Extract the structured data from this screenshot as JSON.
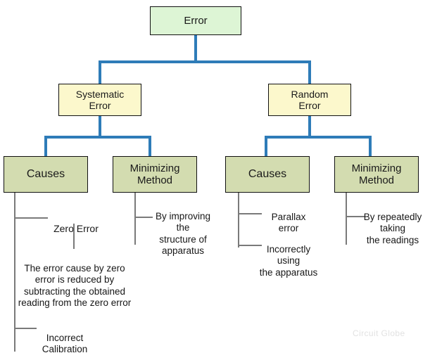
{
  "diagram": {
    "title": "Error",
    "watermark": "Circuit Globe",
    "colors": {
      "root_fill": "#ddf5d5",
      "level2_fill": "#fcf8cc",
      "leaf_fill": "#d3dcb0",
      "connector_blue": "#2e7cb8",
      "connector_gray": "#7a7a7a",
      "border": "#111111",
      "text": "#1a1a1a",
      "watermark": "#e2e2e2"
    },
    "nodes": {
      "root": "Error",
      "systematic_error": "Systematic\nError",
      "random_error": "Random\nError",
      "systematic_causes": "Causes",
      "systematic_minimizing": "Minimizing\nMethod",
      "random_causes": "Causes",
      "random_minimizing": "Minimizing\nMethod"
    },
    "notes": {
      "zero_error": "Zero Error",
      "zero_error_detail": "The error cause by zero\nerror is reduced by\nsubtracting the obtained\nreading from the zero error",
      "incorrect_calibration": "Incorrect\nCalibration",
      "by_improving": "By improving\nthe\nstructure of\napparatus",
      "parallax_error": "Parallax\nerror",
      "incorrectly_using": "Incorrectly\nusing\nthe apparatus",
      "by_repeatedly": "By repeatedly\ntaking\nthe readings"
    }
  }
}
